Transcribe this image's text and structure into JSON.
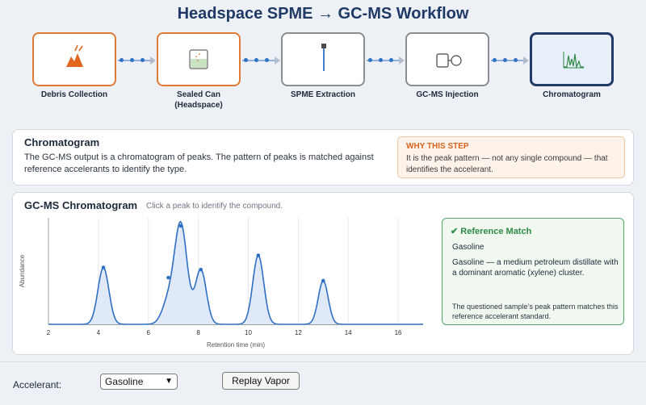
{
  "header": {
    "title": "Headspace SPME → GC-MS Workflow"
  },
  "workflow": {
    "steps": [
      {
        "label": "Debris Collection",
        "icon": "fire-debris-icon",
        "state": "done"
      },
      {
        "label": "Sealed Can\n(Headspace)",
        "icon": "sealed-can-icon",
        "state": "done"
      },
      {
        "label": "SPME Extraction",
        "icon": "spme-fiber-icon",
        "state": "pending"
      },
      {
        "label": "GC-MS Injection",
        "icon": "gc-ms-injector-icon",
        "state": "pending"
      },
      {
        "label": "Chromatogram",
        "icon": "chromatogram-icon",
        "state": "active"
      }
    ],
    "colors": {
      "done": "#e07a37",
      "active": "#1f3a66",
      "pending": "#8a8d92"
    }
  },
  "info": {
    "title": "Chromatogram",
    "text": "The GC-MS output is a chromatogram of peaks. The pattern of peaks is matched against reference accelerants to identify the type.",
    "why_title": "WHY THIS STEP",
    "why_text": "It is the peak pattern — not any single compound — that identifies the accelerant."
  },
  "chromatogram": {
    "title": "GC-MS Chromatogram",
    "hint": "Click a peak to identify the compound."
  },
  "chart_data": {
    "type": "line",
    "title": "GC-MS Chromatogram",
    "xlabel": "Retention time (min)",
    "ylabel": "Abundance",
    "xlim": [
      2,
      17
    ],
    "ylim": [
      0,
      1.05
    ],
    "xticks": [
      2,
      4,
      6,
      8,
      10,
      12,
      14,
      16
    ],
    "grid": true,
    "peaks": [
      {
        "rt": 4.2,
        "height": 0.56,
        "width": 0.22
      },
      {
        "rt": 6.8,
        "height": 0.22,
        "width": 0.25
      },
      {
        "rt": 7.3,
        "height": 0.98,
        "width": 0.25
      },
      {
        "rt": 8.1,
        "height": 0.54,
        "width": 0.22
      },
      {
        "rt": 10.4,
        "height": 0.68,
        "width": 0.22
      },
      {
        "rt": 13.0,
        "height": 0.43,
        "width": 0.2
      }
    ],
    "markers": [
      {
        "x": 4.2,
        "y": 0.56
      },
      {
        "x": 6.8,
        "y": 0.46
      },
      {
        "x": 7.3,
        "y": 0.97
      },
      {
        "x": 8.1,
        "y": 0.54
      },
      {
        "x": 10.4,
        "y": 0.68
      },
      {
        "x": 13.0,
        "y": 0.43
      }
    ],
    "line_color": "#2f6fc4",
    "fill_color": "#dfe9f7"
  },
  "reference": {
    "title": "✔ Reference Match",
    "name": "Gasoline",
    "description": "Gasoline — a medium petroleum distillate with a dominant aromatic (xylene) cluster.",
    "footer": "The questioned sample’s peak pattern matches this reference accelerant standard."
  },
  "controls": {
    "accelerant_label": "Accelerant:",
    "accelerant_value": "Gasoline",
    "replay_label": "Replay Vapor"
  }
}
